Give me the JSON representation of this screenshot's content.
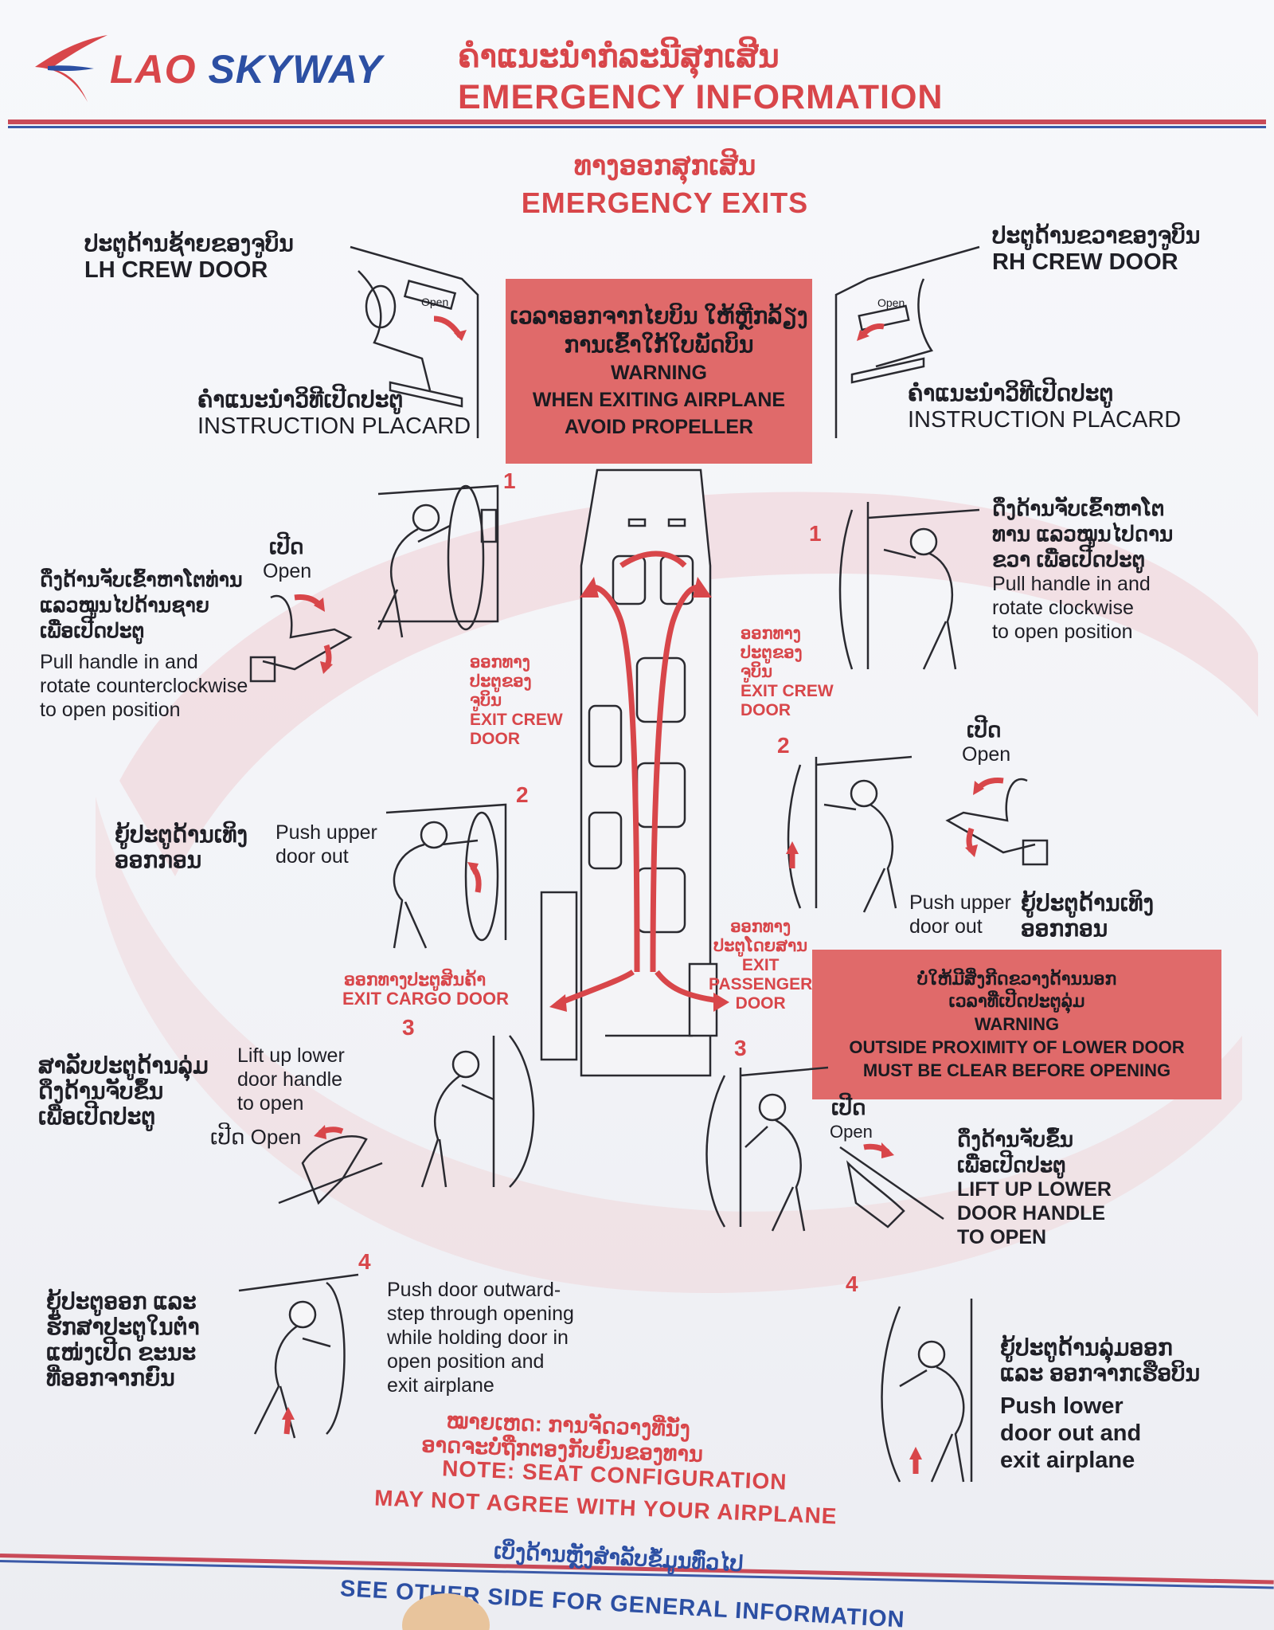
{
  "header": {
    "brand_lao": "LAO",
    "brand_sky": "SKYWAY",
    "title_lao": "ຄຳແນະນຳກໍລະນີສຸກເສີນ",
    "title_en": "EMERGENCY INFORMATION"
  },
  "section": {
    "title_lao": "ທາງອອກສຸກເສີນ",
    "title_en": "EMERGENCY EXITS"
  },
  "lh_door": {
    "lao": "ປະຕູດ້ານຊ້າຍຂອງຈູບິນ",
    "en": "LH CREW DOOR",
    "placard_lao": "ຄຳແນະນຳວິທີເປີດປະຕູ",
    "placard_en": "INSTRUCTION PLACARD",
    "open_tag": "Open"
  },
  "rh_door": {
    "lao": "ປະຕູດ້ານຂວາຂອງຈູບິນ",
    "en": "RH CREW DOOR",
    "placard_lao": "ຄຳແນະນຳວິທີເປີດປະຕູ",
    "placard_en": "INSTRUCTION PLACARD",
    "open_tag": "Open"
  },
  "warning_propeller": {
    "lao1": "ເວລາອອກຈາກໄຍບິນ ໃຫ້ຫຼີກລ້ຽງ",
    "lao2": "ການເຂົ້າໃກ້ໃບພັດບິນ",
    "en1": "WARNING",
    "en2": "WHEN EXITING AIRPLANE",
    "en3": "AVOID PROPELLER"
  },
  "left_steps": {
    "s1_num": "1",
    "s1_open_lao": "ເປີດ",
    "s1_open_en": "Open",
    "s1_lao1": "ດຶງດ້ານຈັບເຂົ້າຫາໂຕທ່ານ",
    "s1_lao2": "ແລວໝູນໄປດ້ານຊາຍ",
    "s1_lao3": "ເພື່ອເປີດປະຕູ",
    "s1_en1": "Pull handle in and",
    "s1_en2": "rotate counterclockwise",
    "s1_en3": "to open position",
    "s2_num": "2",
    "s2_lao1": "ຍູ້ປະຕູດ້ານເທິງ",
    "s2_lao2": "ອອກກອນ",
    "s2_en1": "Push upper",
    "s2_en2": "door out",
    "s3_num": "3",
    "s3_lao1": "ສາລັບປະຕູດ້ານລຸ່ມ",
    "s3_lao2": "ດຶງດ້ານຈັບຂຶ້ນ",
    "s3_lao3": "ເພື່ອເປີດປະຕູ",
    "s3_en1": "Lift up lower",
    "s3_en2": "door handle",
    "s3_en3": "to open",
    "s3_open": "ເປີດ Open",
    "s4_num": "4",
    "s4_lao1": "ຍູ້ປະຕູອອກ ແລະ",
    "s4_lao2": "ຮັກສາປະຕູໃນຕຳ",
    "s4_lao3": "ແໜ່ງເປີດ ຂະນະ",
    "s4_lao4": "ທີ່ອອກຈາກຍົນ",
    "s4_en1": "Push door outward-",
    "s4_en2": "step through opening",
    "s4_en3": "while holding door in",
    "s4_en4": "open position and",
    "s4_en5": "exit airplane"
  },
  "right_steps": {
    "s1_num": "1",
    "s1_lao1": "ດຶງດ້ານຈັບເຂົ້າຫາໂຕ",
    "s1_lao2": "ທານ ແລວໝູນໄປດານ",
    "s1_lao3": "ຂວາ ເພື່ອເປີດປະຕູ",
    "s1_en1": "Pull handle in and",
    "s1_en2": "rotate clockwise",
    "s1_en3": "to open position",
    "s2_num": "2",
    "s2_open_lao": "ເປີດ",
    "s2_open_en": "Open",
    "s2_en": "Push upper",
    "s2_en2": "door out",
    "s2_lao1": "ຍູ້ປະຕູດ້ານເທິງ",
    "s2_lao2": "ອອກກອນ",
    "s3_num": "3",
    "s3_open_lao": "ເປີດ",
    "s3_open_en": "Open",
    "s3_lao1": "ດຶງດ້ານຈັບຂຶ້ນ",
    "s3_lao2": "ເພື່ອເປີດປະຕູ",
    "s3_en1": "LIFT UP LOWER",
    "s3_en2": "DOOR HANDLE",
    "s3_en3": "TO OPEN",
    "s4_num": "4",
    "s4_lao1": "ຍູ້ປະຕູດ້ານລຸ່ມອອກ",
    "s4_lao2": "ແລະ ອອກຈາກເຮືອບິນ",
    "s4_en1": "Push lower",
    "s4_en2": "door out and",
    "s4_en3": "exit airplane"
  },
  "exits_map": {
    "left_crew_lao1": "ອອກທາງ",
    "left_crew_lao2": "ປະຕູຂອງ",
    "left_crew_lao3": "ຈູບິນ",
    "left_crew_en1": "EXIT CREW",
    "left_crew_en2": "DOOR",
    "right_crew_lao1": "ອອກທາງ",
    "right_crew_lao2": "ປະຕູຂອງ",
    "right_crew_lao3": "ຈູບິນ",
    "right_crew_en1": "EXIT CREW",
    "right_crew_en2": "DOOR",
    "cargo_lao": "ອອກທາງປະຕູສິນຄ້າ",
    "cargo_en": "EXIT CARGO DOOR",
    "pax_lao1": "ອອກທາງ",
    "pax_lao2": "ປະຕູໂດຍສານ",
    "pax_en1": "EXIT",
    "pax_en2": "PASSENGER",
    "pax_en3": "DOOR"
  },
  "warning_lower_door": {
    "lao1": "ບໍ່ໃຫ້ມີສິ່ງກີດຂວາງດ້ານນອກ",
    "lao2": "ເວລາທີ່ເປີດປະຕູລຸ່ມ",
    "en1": "WARNING",
    "en2": "OUTSIDE PROXIMITY OF LOWER DOOR",
    "en3": "MUST BE CLEAR BEFORE OPENING"
  },
  "note": {
    "lao1": "ໝາຍເຫດ: ການຈັດວາງທີ່ນັ່ງ",
    "lao2": "ອາດຈະບໍ່ຖືກຕອງກັບຍົນຂອງທານ",
    "en1": "NOTE: SEAT CONFIGURATION",
    "en2": "MAY NOT AGREE WITH YOUR AIRPLANE"
  },
  "footer": {
    "lao": "ເບິ່ງດ້ານຫຼັງສຳລັບຂໍ້ມູນທົ່ວໄປ",
    "en": "SEE OTHER SIDE FOR GENERAL INFORMATION"
  },
  "colors": {
    "brand_red": "#d8464a",
    "brand_blue": "#2c4fa3",
    "warning_fill": "#e06a6a"
  }
}
